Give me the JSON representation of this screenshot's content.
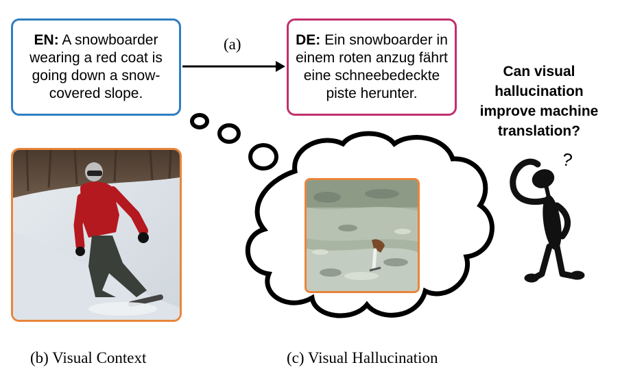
{
  "en_box": {
    "tag": "EN:",
    "text": "A snowboarder wearing a red coat is going down a snow-covered slope."
  },
  "de_box": {
    "tag": "DE:",
    "text": "Ein snowboarder in einem roten anzug fährt eine schneebedeckte piste herunter."
  },
  "arrow_label": "(a)",
  "captions": {
    "b": "(b) Visual Context",
    "c": "(c) Visual Hallucination"
  },
  "question": "Can visual hallucination improve machine translation?",
  "colors": {
    "en_border": "#2f7ec1",
    "de_border": "#c0306b",
    "photo_border": "#e8853a"
  },
  "icons": {
    "thinking_person": "stick-figure-thinking-icon",
    "question_mark": "question-mark-icon",
    "thought_cloud": "thought-cloud-icon"
  }
}
